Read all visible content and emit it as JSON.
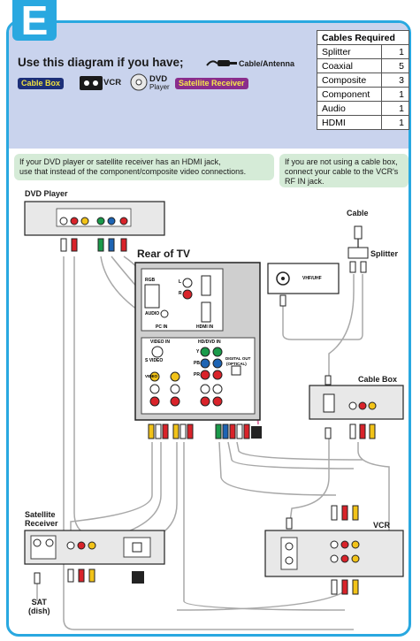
{
  "section_letter": "E",
  "headline": "Use this diagram if you have;",
  "cable_antenna_label": "Cable/Antenna",
  "devices_you_have": {
    "cable_box": "Cable Box",
    "vcr": "VCR",
    "dvd": "DVD",
    "dvd_player": "Player",
    "satellite_receiver": "Satellite Receiver"
  },
  "cables_table": {
    "title": "Cables Required",
    "rows": [
      {
        "name": "Splitter",
        "qty": "1"
      },
      {
        "name": "Coaxial",
        "qty": "5"
      },
      {
        "name": "Composite",
        "qty": "3"
      },
      {
        "name": "Component",
        "qty": "1"
      },
      {
        "name": "Audio",
        "qty": "1"
      },
      {
        "name": "HDMI",
        "qty": "1"
      }
    ]
  },
  "notes": {
    "hdmi_note_line1": "If your DVD player or satellite receiver has an HDMI jack,",
    "hdmi_note_line2": "use that instead of the component/composite video connections.",
    "cable_note_line1": "If you are not using a cable box,",
    "cable_note_line2": "connect your cable to the VCR's",
    "cable_note_line3": "RF IN jack."
  },
  "labels": {
    "dvd_player": "DVD Player",
    "cable": "Cable",
    "splitter": "Splitter",
    "rear_of_tv": "Rear of TV",
    "cable_box": "Cable Box",
    "satellite_receiver_line1": "Satellite",
    "satellite_receiver_line2": "Receiver",
    "vcr": "VCR",
    "sat_line1": "SAT",
    "sat_line2": "(dish)"
  },
  "tv_jacks": {
    "rgb": "RGB",
    "audio": "AUDIO",
    "pc_in": "PC IN",
    "hdmi_in": "HDMI IN",
    "vhf_uhf": "VHF/UHF",
    "video_in": "VIDEO IN",
    "s_video": "S VIDEO",
    "video": "VIDEO",
    "hd_dvd_in": "HD/DVD IN",
    "digital_out": "DIGITAL OUT",
    "optical": "(OPTICAL)",
    "y": "Y",
    "pb": "PB",
    "pr": "PR",
    "l": "L",
    "r": "R"
  },
  "colors": {
    "frame_blue": "#29a8e0",
    "header_bg": "#c9d3ed",
    "note_green": "#d5ebd7",
    "cable_gray": "#9a9a9a",
    "hdmi_cable_pink": "#e07aa8",
    "jack_yellow": "#f2c318",
    "jack_red": "#d9232a",
    "jack_white": "#ffffff",
    "jack_green": "#1a9a4a",
    "jack_blue": "#1d64b4",
    "badge_navy": "#1c2f78",
    "badge_purple": "#8a2d8c"
  }
}
